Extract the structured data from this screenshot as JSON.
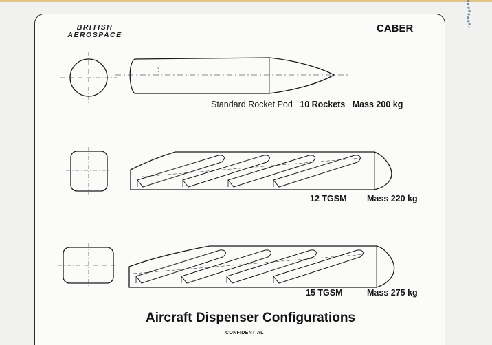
{
  "header": {
    "logo_line1": "BRITISH",
    "logo_line2": "AEROSPACE",
    "project": "CABER"
  },
  "configurations": [
    {
      "name": "Standard Rocket Pod",
      "payload": "10 Rockets",
      "mass": "Mass 200 kg"
    },
    {
      "payload": "12 TGSM",
      "mass": "Mass 220 kg"
    },
    {
      "payload": "15 TGSM",
      "mass": "Mass 275 kg"
    }
  ],
  "title": "Aircraft Dispenser Configurations",
  "classification": "CONFIDENTIAL",
  "colors": {
    "ink": "#1a1a1a",
    "paper": "#fbfbfa",
    "tape": "#e2c486"
  }
}
